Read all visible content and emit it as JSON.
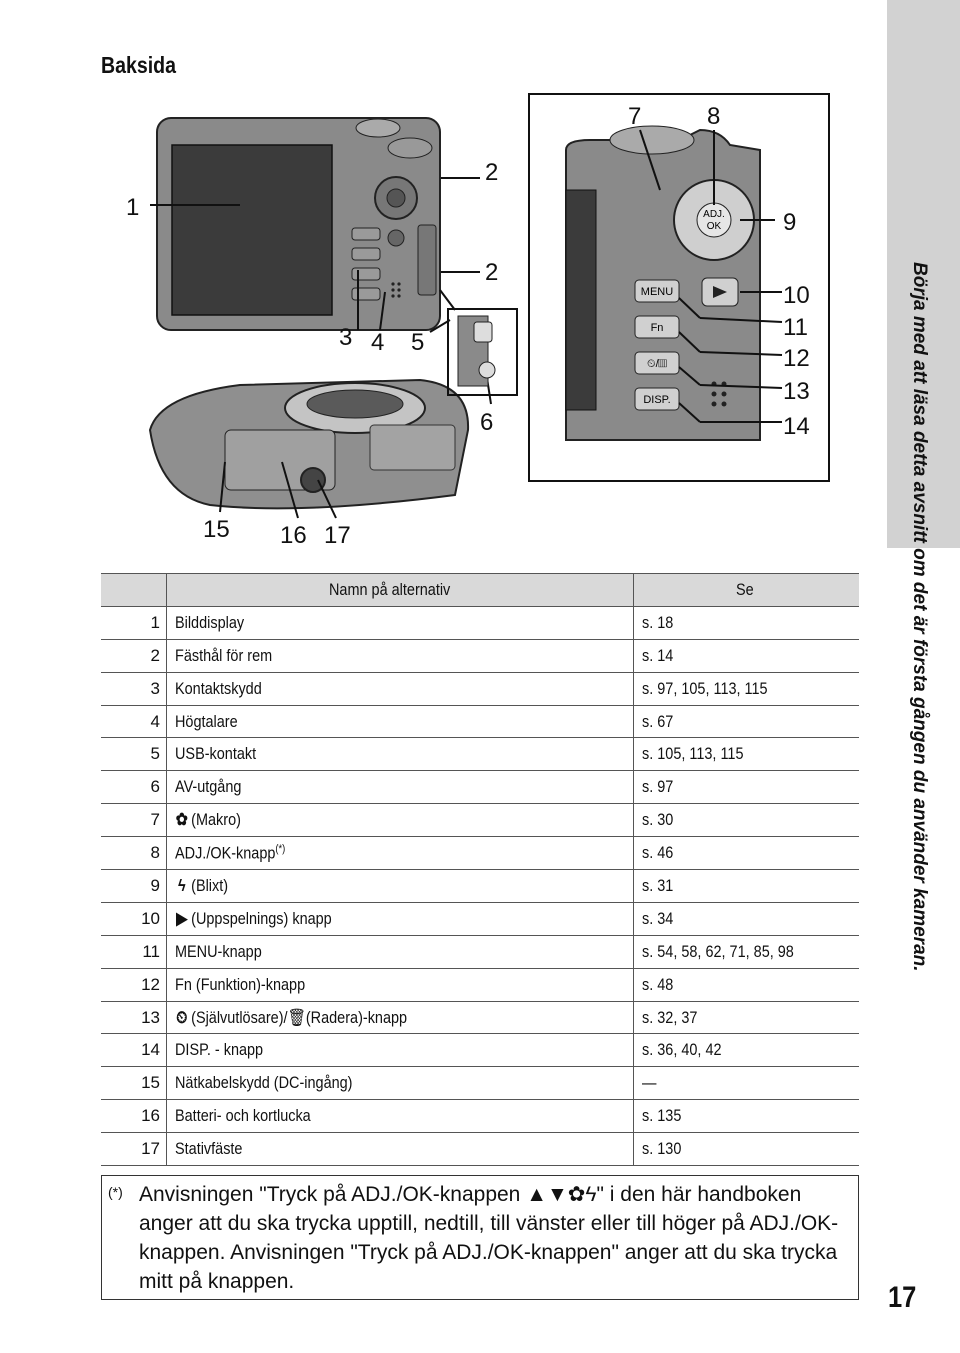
{
  "heading": "Baksida",
  "side_text": "Börja med att läsa detta avsnitt om det är första gången du använder kameran.",
  "page_number": "17",
  "callouts": [
    "1",
    "2",
    "2",
    "3",
    "4",
    "5",
    "6",
    "7",
    "8",
    "9",
    "10",
    "11",
    "12",
    "13",
    "14",
    "15",
    "16",
    "17"
  ],
  "camera_buttons": {
    "menu": "MENU",
    "fn": "Fn",
    "timer_delete": "⏲/🗑",
    "disp": "DISP.",
    "adj_ok": "ADJ. OK"
  },
  "table": {
    "header_name": "Namn på alternativ",
    "header_ref": "Se",
    "rows": [
      {
        "num": "1",
        "icon": "",
        "name": "Bilddisplay",
        "ref": "s. 18"
      },
      {
        "num": "2",
        "icon": "",
        "name": "Fästhål för rem",
        "ref": "s. 14"
      },
      {
        "num": "3",
        "icon": "",
        "name": "Kontaktskydd",
        "ref": "s. 97, 105, 113, 115"
      },
      {
        "num": "4",
        "icon": "",
        "name": "Högtalare",
        "ref": "s. 67"
      },
      {
        "num": "5",
        "icon": "",
        "name": "USB-kontakt",
        "ref": "s. 105, 113, 115"
      },
      {
        "num": "6",
        "icon": "",
        "name": "AV-utgång",
        "ref": "s. 97"
      },
      {
        "num": "7",
        "icon": "✿",
        "name": "(Makro)",
        "ref": "s. 30"
      },
      {
        "num": "8",
        "icon": "",
        "name": "ADJ./OK-knapp",
        "ref": "s. 46"
      },
      {
        "num": "9",
        "icon": "ϟ",
        "name": "(Blixt)",
        "ref": "s. 31"
      },
      {
        "num": "10",
        "icon": "▶",
        "name": "(Uppspelnings) knapp",
        "ref": "s. 34"
      },
      {
        "num": "11",
        "icon": "",
        "name": "MENU-knapp",
        "ref": "s. 54, 58, 62, 71, 85, 98"
      },
      {
        "num": "12",
        "icon": "",
        "name": "Fn (Funktion)-knapp",
        "ref": "s. 48"
      },
      {
        "num": "13",
        "icon": "⏲",
        "name": "(Självutlösare)/🗑(Radera)-knapp",
        "ref": "s. 32, 37"
      },
      {
        "num": "14",
        "icon": "",
        "name": "DISP. - knapp",
        "ref": "s. 36, 40, 42"
      },
      {
        "num": "15",
        "icon": "",
        "name": "Nätkabelskydd (DC-ingång)",
        "ref": "—"
      },
      {
        "num": "16",
        "icon": "",
        "name": "Batteri- och kortlucka",
        "ref": "s. 135"
      },
      {
        "num": "17",
        "icon": "",
        "name": "Stativfäste",
        "ref": "s. 130"
      }
    ],
    "asterisk": "(*)"
  },
  "note": {
    "mark": "(*)",
    "text": "Anvisningen \"Tryck på ADJ./OK-knappen ▲▼✿ϟ\" i den här handboken anger att du ska trycka upptill, nedtill, till vänster eller till höger på ADJ./OK-knappen. Anvisningen \"Tryck på ADJ./OK-knappen\" anger att du ska trycka mitt på knappen."
  }
}
